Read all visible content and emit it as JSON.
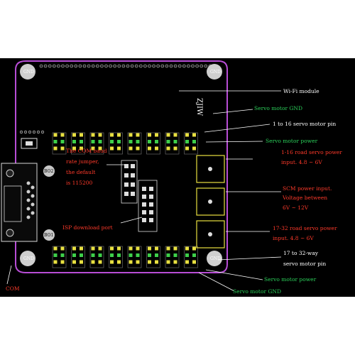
{
  "board": {
    "silkscreen": "ZJIW",
    "mount_holes": [
      "GND",
      "GND",
      "GND",
      "GND"
    ],
    "crystals": [
      "BO2",
      "BO1"
    ],
    "connector_label": "COM"
  },
  "annotations": {
    "wifi": "Wi-Fi module",
    "servo_gnd_top": "Servo motor GND",
    "servo_pin_1_16": "1 to 16 servo motor pin",
    "servo_power_top": "Servo motor power",
    "com_baud": [
      "The COM baud",
      "rate jumper,",
      "the default",
      "is 115200"
    ],
    "isp": "ISP download port",
    "road_1_16": [
      "1-16 road servo power",
      "input. 4.8 ~ 6V"
    ],
    "scm_power": [
      "SCM power input.",
      "Voltage between",
      "6V ~ 12V"
    ],
    "road_17_32": [
      "17-32 road servo power",
      "input. 4.8 ~ 6V"
    ],
    "servo_pin_17_32": [
      "17 to 32-way",
      "servo motor pin"
    ],
    "servo_power_bottom": "Servo motor power",
    "servo_gnd_bottom": "Servo motor GND",
    "com": "COM"
  },
  "colors": {
    "background": "#000000",
    "outline": "#b84dd6",
    "label_white": "#ffffff",
    "label_green": "#2bd05a",
    "label_red": "#ff3a2a",
    "pad_yellow": "#e8e040",
    "pad_green": "#3ecf4a"
  }
}
